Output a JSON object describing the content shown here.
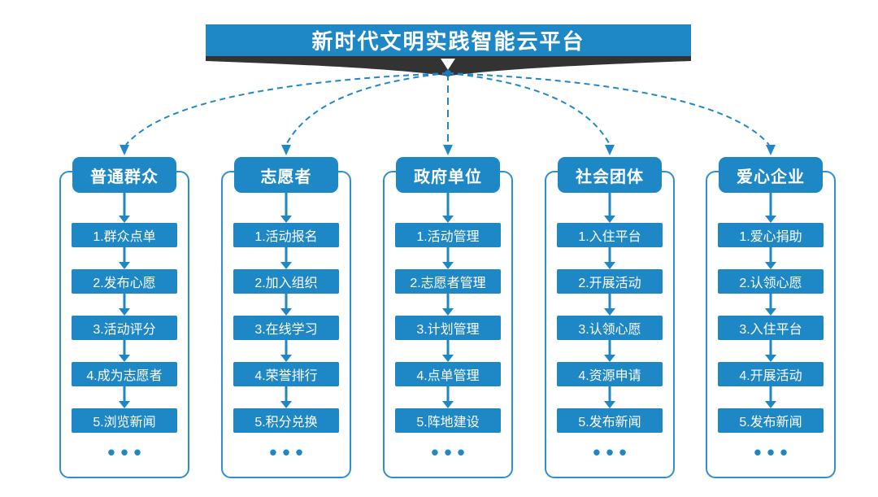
{
  "banner": {
    "title": "新时代文明实践智能云平台"
  },
  "colors": {
    "primary_blue": "#1e87c6",
    "outline_blue": "#2e8fd0",
    "dashed_line_blue": "#2187c8",
    "banner_tail_dark": "#333333"
  },
  "ellipsis": "•••",
  "columns": [
    {
      "title": "普通群众",
      "items": [
        "1.群众点单",
        "2.发布心愿",
        "3.活动评分",
        "4.成为志愿者",
        "5.浏览新闻"
      ]
    },
    {
      "title": "志愿者",
      "items": [
        "1.活动报名",
        "2.加入组织",
        "3.在线学习",
        "4.荣誉排行",
        "5.积分兑换"
      ]
    },
    {
      "title": "政府单位",
      "items": [
        "1.活动管理",
        "2.志愿者管理",
        "3.计划管理",
        "4.点单管理",
        "5.阵地建设"
      ]
    },
    {
      "title": "社会团体",
      "items": [
        "1.入住平台",
        "2.开展活动",
        "3.认领心愿",
        "4.资源申请",
        "5.发布新闻"
      ]
    },
    {
      "title": "爱心企业",
      "items": [
        "1.爱心捐助",
        "2.认领心愿",
        "3.入住平台",
        "4.开展活动",
        "5.发布新闻"
      ]
    }
  ]
}
